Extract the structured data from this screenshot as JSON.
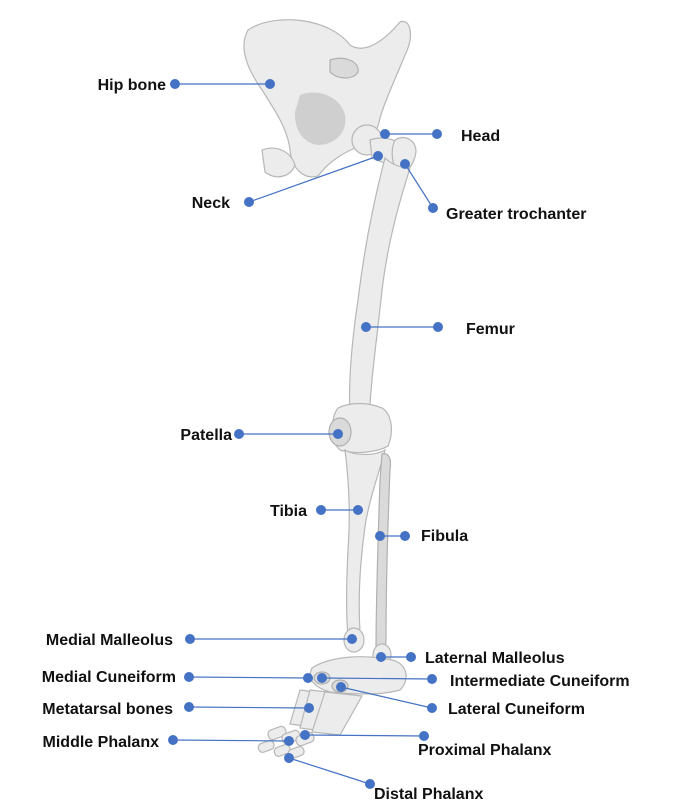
{
  "diagram": {
    "accent_color": "#4472C4",
    "labels": {
      "hip_bone": "Hip bone",
      "head": "Head",
      "neck": "Neck",
      "greater_trochanter": "Greater trochanter",
      "femur": "Femur",
      "patella": "Patella",
      "tibia": "Tibia",
      "fibula": "Fibula",
      "medial_malleolus": "Medial Malleolus",
      "laternal_malleolus": "Laternal Malleolus",
      "medial_cuneiform": "Medial Cuneiform",
      "intermediate_cuneiform": "Intermediate Cuneiform",
      "metatarsal_bones": "Metatarsal bones",
      "lateral_cuneiform": "Lateral Cuneiform",
      "middle_phalanx": "Middle Phalanx",
      "proximal_phalanx": "Proximal Phalanx",
      "distal_phalanx": "Distal Phalanx"
    }
  }
}
